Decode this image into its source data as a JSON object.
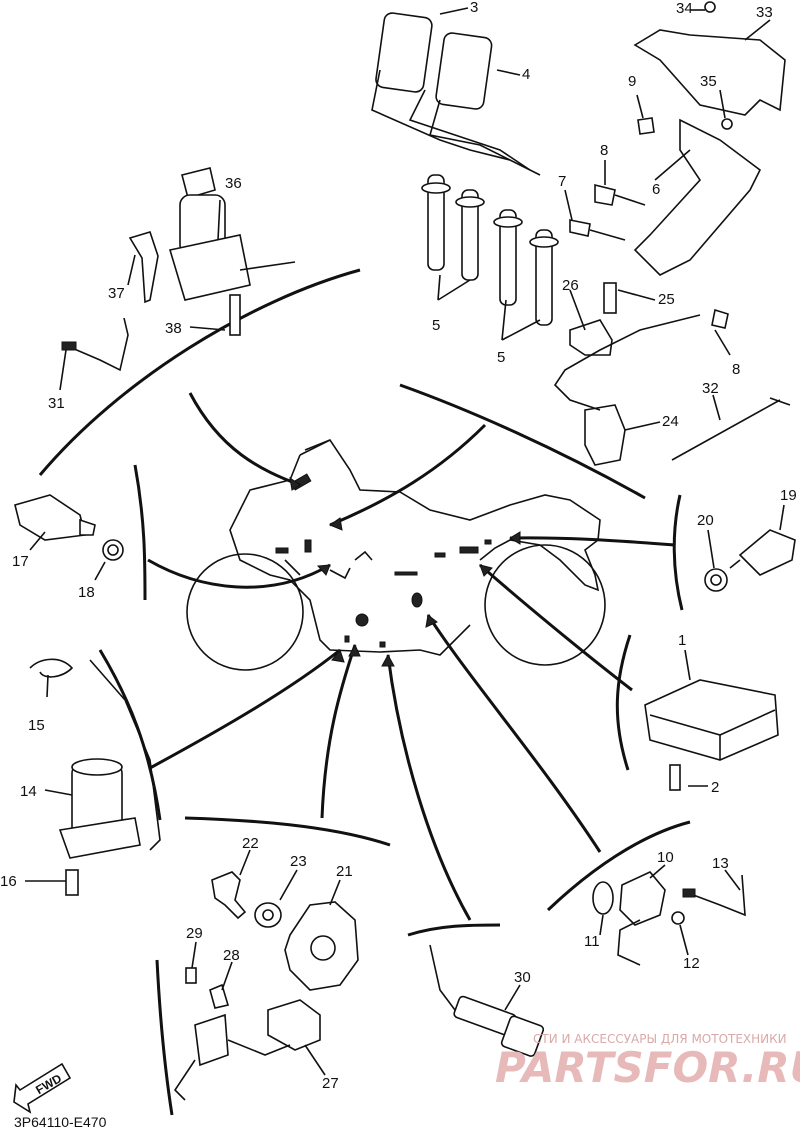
{
  "diagram": {
    "catalog_code": "3P64110-E470",
    "fwd_label": "FWD",
    "watermark": {
      "tagline": "СТИ И АКСЕССУАРЫ ДЛЯ МОТОТЕХНИКИ",
      "brand": "PARTSFOR.RU"
    },
    "callouts": [
      "1",
      "2",
      "3",
      "4",
      "5",
      "5",
      "6",
      "7",
      "8",
      "8",
      "9",
      "10",
      "11",
      "12",
      "13",
      "14",
      "15",
      "16",
      "17",
      "18",
      "19",
      "20",
      "21",
      "22",
      "23",
      "24",
      "25",
      "26",
      "27",
      "28",
      "29",
      "30",
      "31",
      "32",
      "33",
      "34",
      "35",
      "36",
      "37",
      "38"
    ]
  }
}
